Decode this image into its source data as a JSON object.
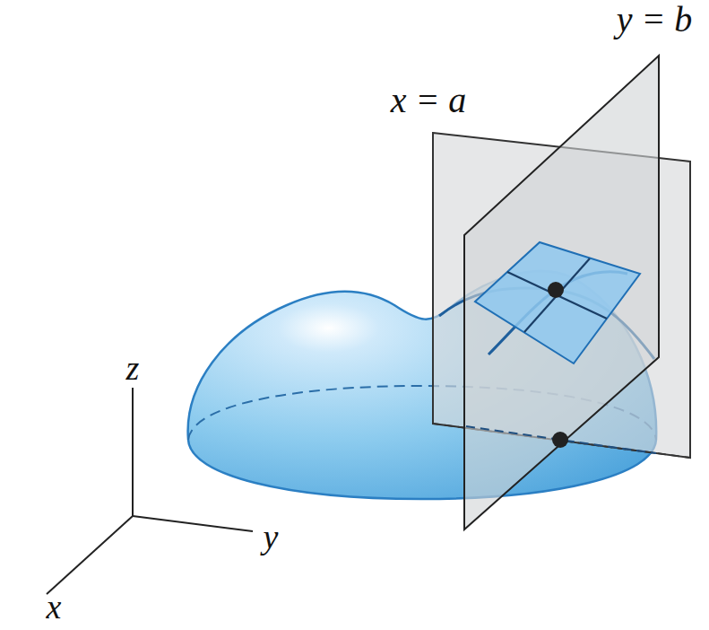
{
  "diagram": {
    "labels": [
      "y = b",
      "x = a",
      "z",
      "y",
      "x"
    ]
  }
}
